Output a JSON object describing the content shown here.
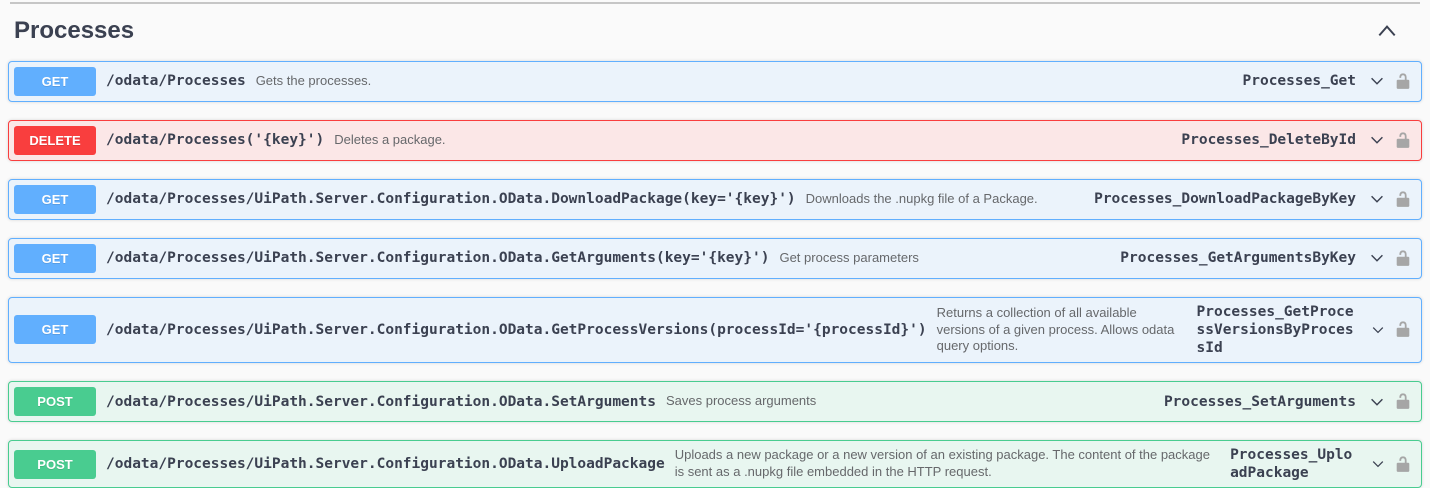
{
  "section": {
    "title": "Processes",
    "collapse_icon": "chevron-up"
  },
  "method_colors": {
    "GET": {
      "badge": "#61affe",
      "border": "#61affe",
      "background": "#ebf3fb"
    },
    "DELETE": {
      "badge": "#f93e3e",
      "border": "#f93e3e",
      "background": "#fbe7e7"
    },
    "POST": {
      "badge": "#49cc90",
      "border": "#49cc90",
      "background": "#e8f6f0"
    }
  },
  "icon_colors": {
    "lock": "#a6a6a6",
    "chevron": "#3b4151"
  },
  "endpoints": [
    {
      "method": "GET",
      "path": "/odata/Processes",
      "description": "Gets the processes.",
      "operation_id": "Processes_Get"
    },
    {
      "method": "DELETE",
      "path": "/odata/Processes('{key}')",
      "description": "Deletes a package.",
      "operation_id": "Processes_DeleteById"
    },
    {
      "method": "GET",
      "path": "/odata/Processes/UiPath.Server.Configuration.OData.DownloadPackage(key='{key}')",
      "description": "Downloads the .nupkg file of a Package.",
      "operation_id": "Processes_DownloadPackageByKey"
    },
    {
      "method": "GET",
      "path": "/odata/Processes/UiPath.Server.Configuration.OData.GetArguments(key='{key}')",
      "description": "Get process parameters",
      "operation_id": "Processes_GetArgumentsByKey"
    },
    {
      "method": "GET",
      "path": "/odata/Processes/UiPath.Server.Configuration.OData.GetProcessVersions(processId='{processId}')",
      "description": "Returns a collection of all available versions of a given process. Allows odata query options.",
      "operation_id": "Processes_GetProcessVersionsByProcessId"
    },
    {
      "method": "POST",
      "path": "/odata/Processes/UiPath.Server.Configuration.OData.SetArguments",
      "description": "Saves process arguments",
      "operation_id": "Processes_SetArguments"
    },
    {
      "method": "POST",
      "path": "/odata/Processes/UiPath.Server.Configuration.OData.UploadPackage",
      "description": "Uploads a new package or a new version of an existing package. The content of the package is sent as a .nupkg file embedded in the HTTP request.",
      "operation_id": "Processes_UploadPackage"
    }
  ]
}
